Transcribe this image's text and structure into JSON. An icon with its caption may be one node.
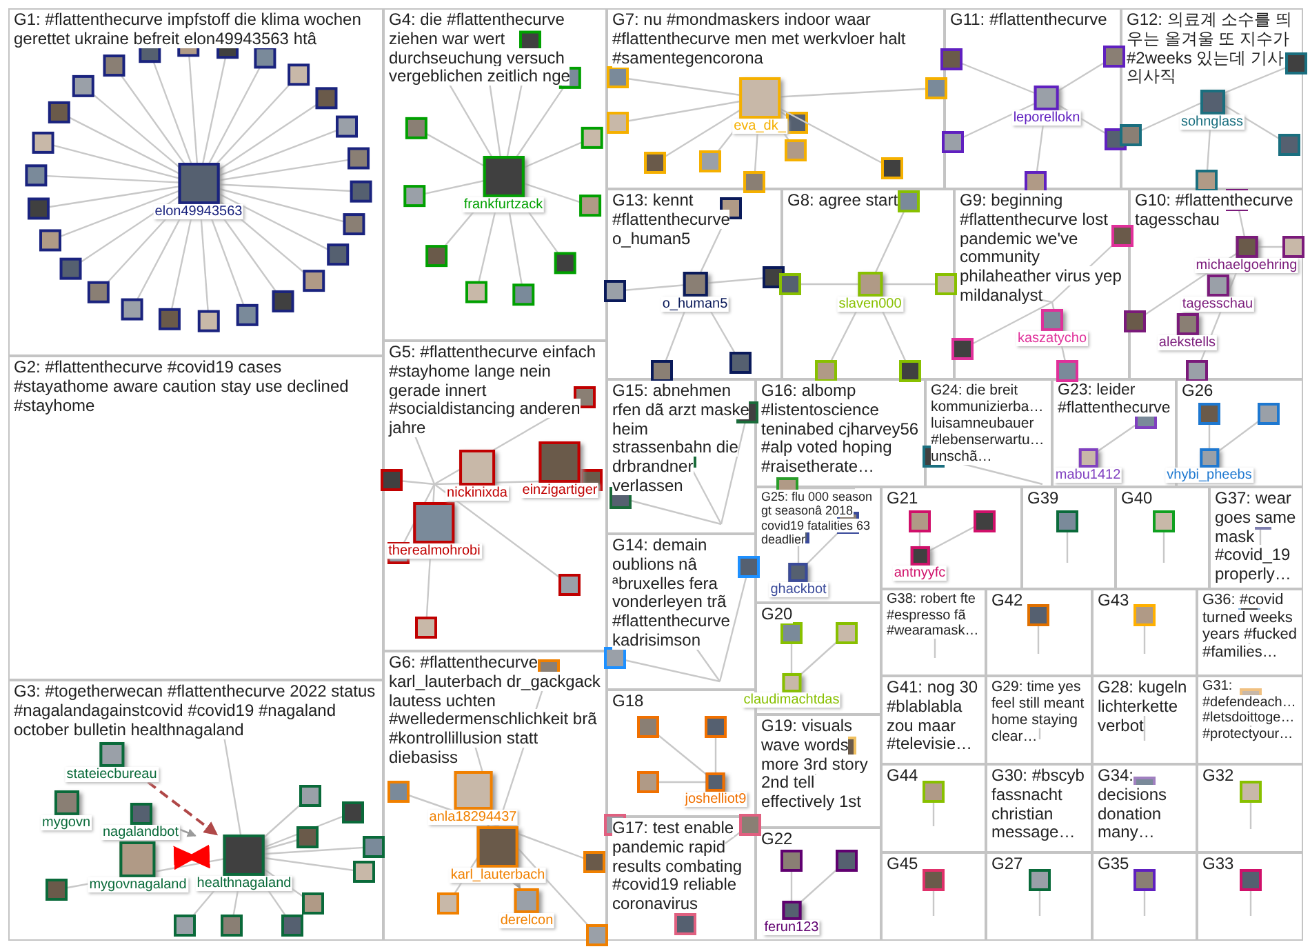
{
  "diagram": {
    "nodes": [
      {
        "text": [
          "G1: #flattenthecurve impfstoff die klima wochen gerettet ukraine befreit elon49943563 htâ"
        ]
      },
      {
        "text": [
          "elon49943563"
        ],
        "in": 0
      },
      {
        "text": [
          "G4: die #flattenthecurve ziehen war wert durchseuchung versuch vergeblichen zeitlich nge"
        ]
      },
      {
        "text": [
          "frankfurtzack"
        ],
        "in": 2
      },
      {
        "text": [
          "G7: nu #mondmaskers indoor waar #flattenthecurve men met werkvloer halt #samentegencorona"
        ]
      },
      {
        "text": [
          "eva_dk_"
        ],
        "in": 4
      },
      {
        "text": [
          "G11: #flattenthecurve"
        ]
      },
      {
        "text": [
          "leporellokn"
        ],
        "in": 6
      },
      {
        "text": [
          "G12: 의료계 소수를 띄우는 올겨울 또 지수가 #2weeks 있는데 기사 의사직"
        ]
      },
      {
        "text": [
          "sohnglass"
        ],
        "in": 8
      },
      {
        "text": [
          "G2: #flattenthecurve #covid19 cases #stayathome aware caution stay use declined #stayhome"
        ]
      },
      {
        "text": [
          "G5: #flattenthecurve einfach #stayhome lange nein gerade innert #socialdistancing anderen jahre"
        ]
      },
      {
        "text": [
          "therealmohrobi"
        ],
        "in": 11
      },
      {
        "text": [
          "nickinixda"
        ],
        "in": 11
      },
      {
        "text": [
          "einzigartiger"
        ],
        "in": 11
      },
      {
        "text": [
          "G13: kennt #flattenthecurve o_human5"
        ]
      },
      {
        "text": [
          "o_human5"
        ],
        "in": 15
      },
      {
        "text": [
          "G8: agree start"
        ]
      },
      {
        "text": [
          "slaven000"
        ],
        "in": 17
      },
      {
        "text": [
          "G9: beginning #flattenthecurve lost pandemic we've community philaheather virus yep mildanalyst"
        ]
      },
      {
        "text": [
          "kaszatycho"
        ],
        "in": 19
      },
      {
        "text": [
          "G10: #flattenthecurve tagesschau"
        ]
      },
      {
        "text": [
          "michaelgoehring"
        ],
        "in": 21
      },
      {
        "text": [
          "tagesschau"
        ],
        "in": 21
      },
      {
        "text": [
          "alekstells"
        ],
        "in": 21
      },
      {
        "text": [
          "G15: abnehmen rfen dã arzt maske heim strassenbahn die drbrandner verlassen"
        ]
      },
      {
        "text": [
          "G16: albomp #listentoscience teninabed cjharvey56 #alp voted hoping #raisetherate…"
        ]
      },
      {
        "text": [
          "G24: die breit kommunizierba… luisamneubauer #lebenserwartu… unschã…"
        ]
      },
      {
        "text": [
          "G23: leider #flattenthecurve"
        ]
      },
      {
        "text": [
          "mabu1412"
        ],
        "in": 28
      },
      {
        "text": [
          "G26"
        ]
      },
      {
        "text": [
          "vhybi_pheebs"
        ],
        "in": 30
      },
      {
        "text": [
          "G25: flu 000 season gt seasonâ 2018 covid19 fatalities 63 deadlier"
        ]
      },
      {
        "text": [
          "ghackbot"
        ],
        "in": 32
      },
      {
        "text": [
          "G21"
        ]
      },
      {
        "text": [
          "antnyyfc"
        ],
        "in": 34
      },
      {
        "text": [
          "G39"
        ]
      },
      {
        "text": [
          "G40"
        ]
      },
      {
        "text": [
          "G37: wear goes same mask #covid_19 properly…"
        ]
      },
      {
        "text": [
          "G14: demain oublions nâ ªbruxelles fera vonderleyen trã #flattenthecurve kadrisimson"
        ]
      },
      {
        "text": [
          "G38: robert fte #espresso fã #wearamask…"
        ]
      },
      {
        "text": [
          "G42"
        ]
      },
      {
        "text": [
          "G43"
        ]
      },
      {
        "text": [
          "G36: #covid turned weeks years #fucked #families…"
        ]
      },
      {
        "text": [
          "G20"
        ]
      },
      {
        "text": [
          "claudimachtdas"
        ],
        "in": 44
      },
      {
        "text": [
          "G3: #togetherwecan #flattenthecurve 2022 status #nagalandagainstcovid #covid19 #nagaland october bulletin healthnagaland"
        ]
      },
      {
        "text": [
          "stateiecbureau"
        ],
        "in": 46
      },
      {
        "text": [
          "mygovn"
        ],
        "in": 46
      },
      {
        "text": [
          "nagalandbot"
        ],
        "in": 46
      },
      {
        "text": [
          "mygovnagaland"
        ],
        "in": 46
      },
      {
        "text": [
          "healthnagaland"
        ],
        "in": 46
      },
      {
        "text": [
          "G6: #flattenthecurve karl_lauterbach dr_gackgack lautess uchten #welledermenschlichkeit brã #kontrollillusion statt diebasiss"
        ]
      },
      {
        "text": [
          "anla18294437"
        ],
        "in": 52
      },
      {
        "text": [
          "karl_lauterbach"
        ],
        "in": 52
      },
      {
        "text": [
          "derelcon"
        ],
        "in": 52
      },
      {
        "text": [
          "G18"
        ]
      },
      {
        "text": [
          "joshelliot9"
        ],
        "in": 56
      },
      {
        "text": [
          "G41: nog 30 #blablabla zou maar #televisie…"
        ]
      },
      {
        "text": [
          "G29: time yes feel still meant home staying clear…"
        ]
      },
      {
        "text": [
          "G28: kugeln lichterkette verbot"
        ]
      },
      {
        "text": [
          "G31: #defendeach… #letsdoittoge… #protectyour…"
        ]
      },
      {
        "text": [
          "G19: visuals wave words more 3rd story 2nd tell effectively 1st"
        ]
      },
      {
        "text": [
          "G17: test enable pandemic rapid results combating #covid19 reliable coronavirus"
        ]
      },
      {
        "text": [
          "G22"
        ]
      },
      {
        "text": [
          "ferun123"
        ],
        "in": 64
      },
      {
        "text": [
          "G44"
        ]
      },
      {
        "text": [
          "G30: #bscyb fassnacht christian message…"
        ]
      },
      {
        "text": [
          "G34: decisions donation many…"
        ]
      },
      {
        "text": [
          "G32"
        ]
      },
      {
        "text": [
          "G45"
        ]
      },
      {
        "text": [
          "G27"
        ]
      },
      {
        "text": [
          "G35"
        ]
      },
      {
        "text": [
          "G33"
        ]
      }
    ],
    "edges": [
      {
        "from": 53,
        "to": 54,
        "arrow": "to"
      },
      {
        "from": 47,
        "to": 51,
        "arrow": "to",
        "style": "dashed",
        "color": "#b04848"
      },
      {
        "from": 50,
        "to": 51,
        "arrow": "both",
        "style": "thick",
        "color": "#ff0000"
      },
      {
        "from": 49,
        "to": 51,
        "arrow": "to"
      },
      {
        "from": 54,
        "to": 55,
        "arrow": "to"
      }
    ]
  }
}
